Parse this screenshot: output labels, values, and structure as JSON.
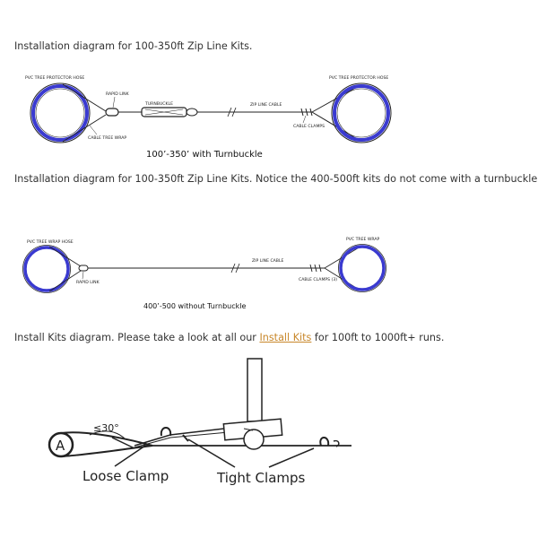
{
  "captions": {
    "kits_100_350": "Installation diagram for 100-350ft Zip Line Kits.",
    "kits_400_500": "Installation diagram for 100-350ft Zip Line Kits. Notice the 400-500ft kits do not come with a turnbuckle.",
    "install_kits_prefix": "Install Kits diagram. Please take a look at all our ",
    "install_kits_link": "Install Kits",
    "install_kits_suffix": " for 100ft to 1000ft+ runs."
  },
  "diagram1": {
    "pvc_left": "PVC TREE PROTECTOR HOSE",
    "pvc_right": "PVC TREE PROTECTOR HOSE",
    "rapid_link": "RAPID LINK",
    "turnbuckle": "TURNBUCKLE",
    "zip_line_cable": "ZIP LINE CABLE",
    "cable_clamps": "CABLE CLAMPS",
    "cable_tree_wrap": "CABLE TREE WRAP",
    "subtitle": "100’-350’ with Turnbuckle"
  },
  "diagram2": {
    "pvc_left": "PVC TREE WRAP HOSE",
    "pvc_right": "PVC TREE WRAP",
    "rapid_link": "RAPID LINK",
    "zip_line_cable": "ZIP LINE CABLE",
    "cable_clamps": "CABLE CLAMPS (3)",
    "subtitle": "400’-500 without Turnbuckle"
  },
  "diagram3": {
    "anchor_label": "A",
    "angle_label": "≤30°",
    "loose_clamp": "Loose Clamp",
    "tight_clamps": "Tight Clamps"
  },
  "colors": {
    "hose_blue": "#3a3ad0",
    "line": "#333333",
    "link": "#c8872a"
  }
}
